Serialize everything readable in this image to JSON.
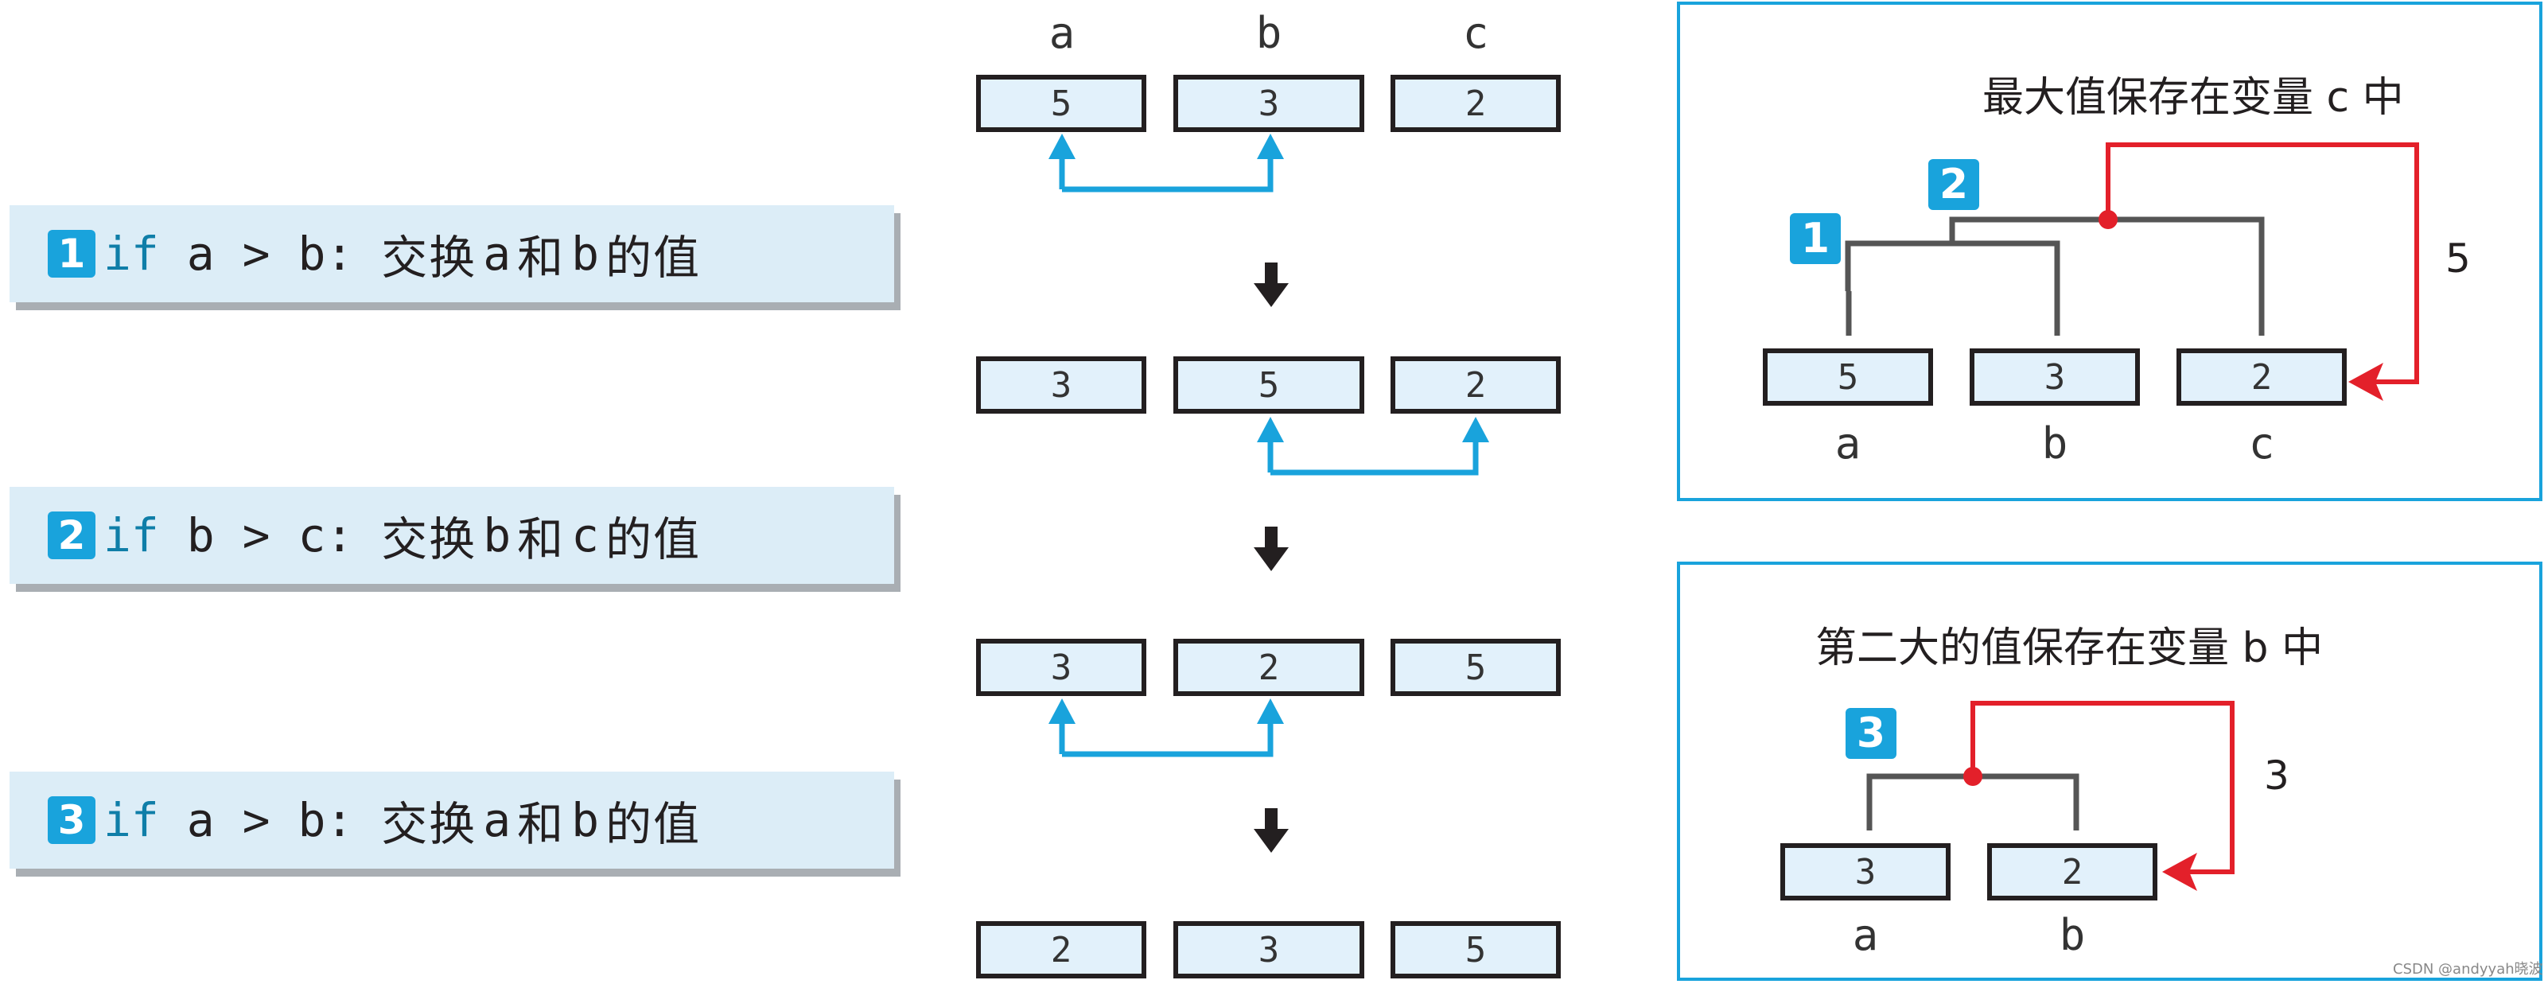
{
  "steps": [
    {
      "num": "1",
      "kw": "if",
      "cond": " a > b: ",
      "action_pre": "交换",
      "v1": "a",
      "mid": "和",
      "v2": "b",
      "action_post": "的值"
    },
    {
      "num": "2",
      "kw": "if",
      "cond": " b > c: ",
      "action_pre": "交换",
      "v1": "b",
      "mid": "和",
      "v2": "c",
      "action_post": "的值"
    },
    {
      "num": "3",
      "kw": "if",
      "cond": " a > b: ",
      "action_pre": "交换",
      "v1": "a",
      "mid": "和",
      "v2": "b",
      "action_post": "的值"
    }
  ],
  "column_labels": [
    "a",
    "b",
    "c"
  ],
  "states": [
    [
      "5",
      "3",
      "2"
    ],
    [
      "3",
      "5",
      "2"
    ],
    [
      "3",
      "2",
      "5"
    ],
    [
      "2",
      "3",
      "5"
    ]
  ],
  "panel_top": {
    "title": "最大值保存在变量 c 中",
    "tag1": "1",
    "tag2": "2",
    "values": [
      "5",
      "3",
      "2"
    ],
    "labels": [
      "a",
      "b",
      "c"
    ],
    "moved_value": "5"
  },
  "panel_bottom": {
    "title": "第二大的值保存在变量 b 中",
    "tag": "3",
    "values": [
      "3",
      "2"
    ],
    "labels": [
      "a",
      "b"
    ],
    "moved_value": "3"
  },
  "watermark": "CSDN @andyyah晓波",
  "colors": {
    "accent": "#19a3dc",
    "red": "#e3202a",
    "tree": "#555555"
  }
}
